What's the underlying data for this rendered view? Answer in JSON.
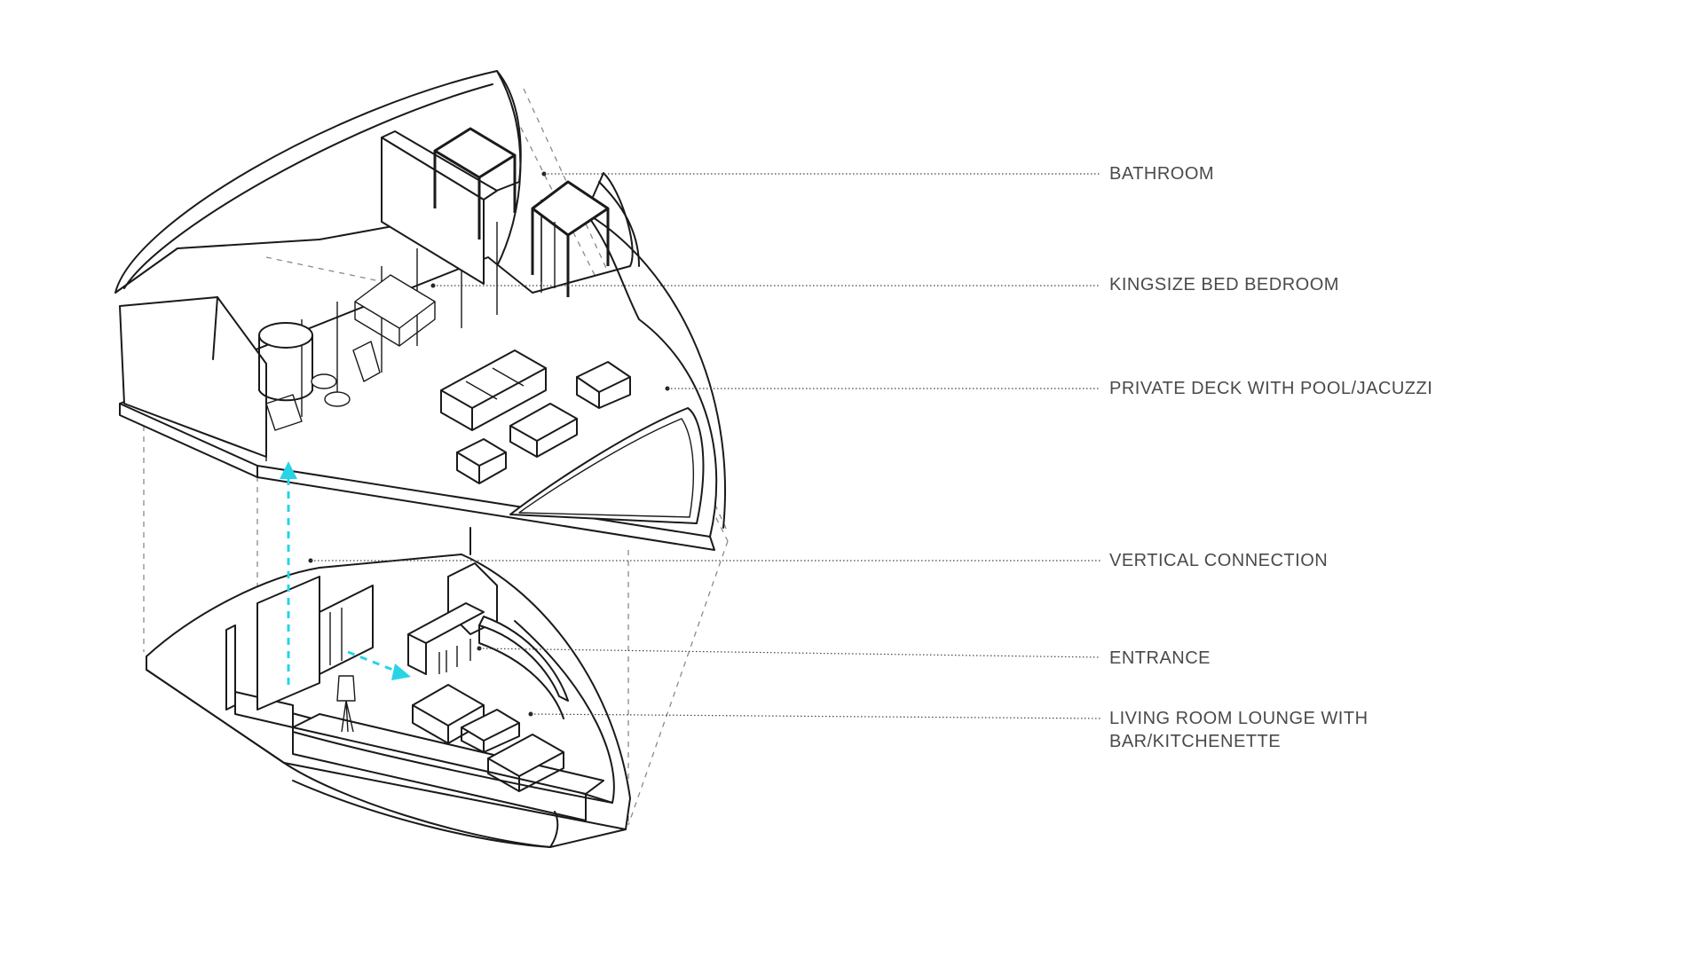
{
  "labels": {
    "bathroom": "BATHROOM",
    "bedroom": "KINGSIZE BED BEDROOM",
    "deck": "PRIVATE DECK WITH POOL/JACUZZI",
    "vertical": "VERTICAL CONNECTION",
    "entrance": "ENTRANCE",
    "living_line1": "LIVING ROOM LOUNGE WITH",
    "living_line2": "BAR/KITCHENETTE"
  },
  "colors": {
    "line": "#1a1a1a",
    "arrow": "#26d4e6",
    "label": "#4a4a4a"
  }
}
